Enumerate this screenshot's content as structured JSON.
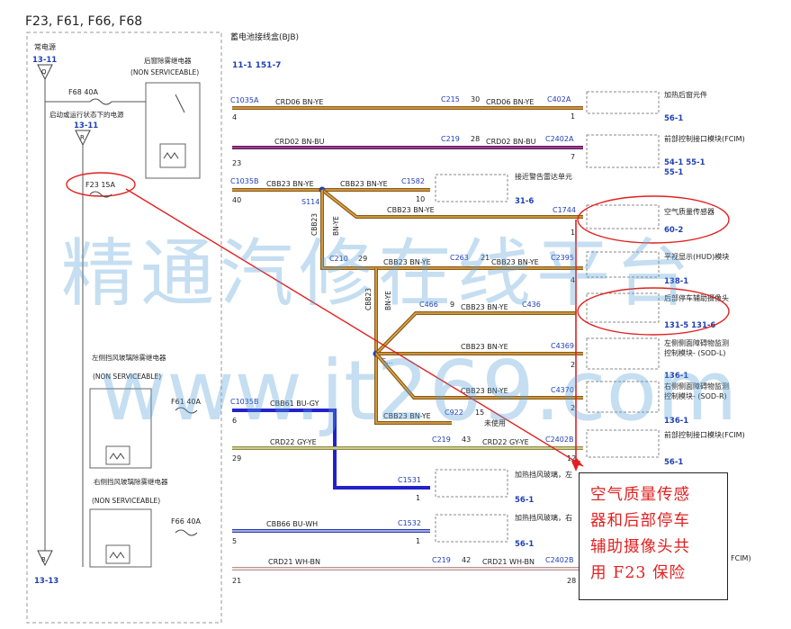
{
  "header": {
    "fuse_list": "F23, F61, F66, F68",
    "bjb_label": "蓄电池接线盒(BJB)",
    "bjb_refs": "11-1   151-7"
  },
  "left_panel": {
    "power_label": "常电源",
    "power_ref": "13-11",
    "ground_top_letter": "Q",
    "start_run_label": "启动或运行状态下的电源",
    "start_run_ref": "13-11",
    "ground_mid_letter": "R",
    "ground_bottom_letter": "B",
    "ground_bottom_ref": "13-13",
    "relay_rear": "后窗除雾继电器",
    "relay_rear_ns": "(NON SERVICEABLE)",
    "fuse_f68": "F68  40A",
    "fuse_f23": "F23  15A",
    "relay_left": "左侧挡风玻璃除雾继电器",
    "relay_left_ns": "(NON SERVICEABLE)",
    "fuse_f61": "F61  40A",
    "relay_right": "右侧挡风玻璃除雾继电器",
    "relay_right_ns": "(NON SERVICEABLE)",
    "fuse_f66": "F66  40A"
  },
  "left_connectors": [
    {
      "name": "C1035A",
      "pin": "4"
    },
    {
      "name": "",
      "pin": "23"
    },
    {
      "name": "C1035B",
      "pin": "40"
    },
    {
      "name": "C1035B",
      "pin": "6"
    },
    {
      "name": "",
      "pin": "29"
    },
    {
      "name": "",
      "pin": "5"
    },
    {
      "name": "",
      "pin": "21"
    }
  ],
  "wires": [
    {
      "circuit": "CRD06  BN-YE",
      "conn": "C215",
      "pin": "30",
      "circuit2": "CRD06  BN-YE",
      "conn2": "C402A",
      "pin2": "1"
    },
    {
      "circuit": "CRD02  BN-BU",
      "conn": "C219",
      "pin": "28",
      "circuit2": "CRD02  BN-BU",
      "conn2": "C2402A",
      "pin2": "7"
    },
    {
      "circuit": "CBB23  BN-YE",
      "circuit2": "CBB23  BN-YE",
      "conn2": "C1582",
      "pin2": "10"
    },
    {
      "circuit": "CBB23  BN-YE",
      "conn2": "C1744",
      "pin2": "1"
    },
    {
      "circuit": "CBB23  BN-YE",
      "conn": "C263",
      "pin": "21",
      "circuit2": "CBB23  BN-YE",
      "conn2": "C2395",
      "pin2": "4"
    },
    {
      "circuit": "CBB23  BN-YE",
      "conn": "C466",
      "pin": "9",
      "conn2": "C436",
      "pin2": ""
    },
    {
      "circuit": "CBB23  BN-YE",
      "conn2": "C4369",
      "pin2": "2"
    },
    {
      "circuit": "CBB23  BN-YE",
      "conn2": "C4370",
      "pin2": "2"
    },
    {
      "circuit": "CBB23  BN-YE",
      "conn": "C922",
      "pin": "15",
      "note": "未使用"
    },
    {
      "circuit": "CBB61  BU-GY",
      "conn2": "C1531",
      "pin2": "1"
    },
    {
      "circuit": "CRD22  GY-YE",
      "conn": "C219",
      "pin": "43",
      "circuit2": "CRD22  GY-YE",
      "conn2": "C2402B",
      "pin2": "12"
    },
    {
      "circuit": "CBB66  BU-WH",
      "conn2": "C1532",
      "pin2": "1"
    },
    {
      "circuit": "CRD21  WH-BN",
      "conn": "C219",
      "pin": "42",
      "circuit2": "CRD21  WH-BN",
      "conn2": "C2402B",
      "pin2": "28"
    }
  ],
  "splices": {
    "s114": "S114",
    "s_lower": "S...",
    "c210": "C210",
    "c210_pin": "29",
    "vertical_1": "CBB23",
    "vertical_1b": "BN-YE",
    "vertical_2": "CBB23",
    "vertical_2b": "BN-YE"
  },
  "components": [
    {
      "label": "加热后窗元件",
      "ref": "56-1"
    },
    {
      "label": "前部控制接口模块(FCIM)",
      "ref": "54-1   55-1",
      "ref2": "55-1"
    },
    {
      "label": "接近警告雷达单元",
      "ref": "31-6"
    },
    {
      "label": "空气质量传感器",
      "ref": "60-2"
    },
    {
      "label": "平视显示(HUD)模块",
      "ref": "138-1"
    },
    {
      "label": "后部停车辅助摄像头",
      "ref": "131-5   131-6"
    },
    {
      "label": "左侧侧面障碍物监测控制模块- (SOD-L)",
      "label_line1": "左侧侧面障碍物监测",
      "label_line2": "控制模块- (SOD-L)",
      "ref": "136-1"
    },
    {
      "label": "右侧侧面障碍物监测控制模块- (SOD-R)",
      "label_line1": "右侧侧面障碍物监测",
      "label_line2": "控制模块- (SOD-R)",
      "ref": "136-1"
    },
    {
      "label": "前部控制接口模块(FCIM)",
      "ref": "56-1"
    },
    {
      "label": "加热挡风玻璃，左",
      "ref": "56-1"
    },
    {
      "label": "加热挡风玻璃，右",
      "ref": "56-1"
    },
    {
      "label": "FCIM)",
      "ref": ""
    }
  ],
  "annotation": {
    "line1": "空气质量传感",
    "line2": "器和后部停车",
    "line3": "辅助摄像头共",
    "line4": "用 F23 保险"
  },
  "watermark": {
    "line1": "精通汽修在线平台",
    "line2": "www.jt269.com"
  },
  "colors": {
    "wire_bn_ye": "#c98a2a",
    "wire_bn_bu": "#7a2a6a",
    "wire_bu_gy": "#2222cc",
    "wire_gy_ye": "#b8b36a",
    "wire_bu_wh": "#4a5ad0",
    "wire_wh_bn": "#d9c0b8",
    "highlight": "#e32020",
    "label_blue": "#1f3fb5",
    "watermark": "#5aa0d8"
  }
}
